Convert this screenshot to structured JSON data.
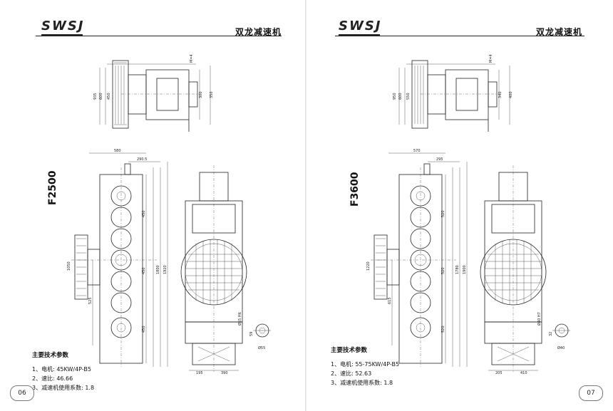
{
  "brand": {
    "logo": "SWSJ",
    "name": "双龙减速机"
  },
  "pages": [
    {
      "model": "F2500",
      "page_number": "06",
      "specs_title": "主要技术参数",
      "specs": [
        "1、电机: 45KW/4P-B5",
        "2、速比: 46.66",
        "3、减速机使用系数: 1.8"
      ],
      "dims_top": [
        "450",
        "600",
        "935",
        "300",
        "350",
        "M=4"
      ],
      "dims_front": [
        "580",
        "290.5",
        "450",
        "450",
        "450",
        "1050",
        "525",
        "1800",
        "1920"
      ],
      "dims_side": [
        "Ø55 H6",
        "Ø55",
        "195",
        "390",
        "59"
      ]
    },
    {
      "model": "F3600",
      "page_number": "07",
      "specs_title": "主要技术参数",
      "specs": [
        "1、电机: 55-75KW/4P-B5",
        "2、速比: 52.63",
        "3、减速机使用系数: 1.8"
      ],
      "dims_top": [
        "550",
        "600",
        "950",
        "340",
        "400",
        "M=4"
      ],
      "dims_front": [
        "570",
        "295",
        "520",
        "520",
        "520",
        "1220",
        "615",
        "1780",
        "1900"
      ],
      "dims_side": [
        "Ø40 H7",
        "Ø40",
        "205",
        "410",
        "32"
      ]
    }
  ]
}
